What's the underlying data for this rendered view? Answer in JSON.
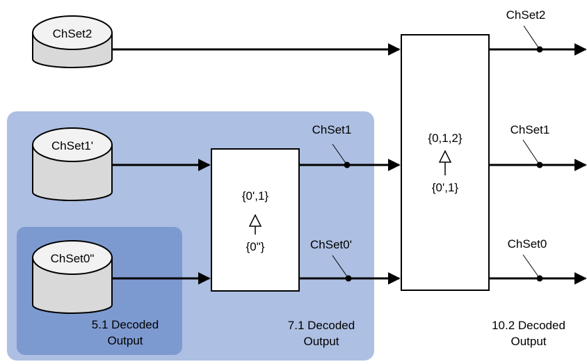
{
  "colors": {
    "outer_region": "#adbfe2",
    "inner_region": "#7d9ad0",
    "cylinder_body": "#d9d9d9",
    "cylinder_top": "#f2f2f2",
    "line": "#000000"
  },
  "sources": {
    "chset2": "ChSet2",
    "chset1p": "ChSet1'",
    "chset0pp": "ChSet0\""
  },
  "decoder_71": {
    "top": "{0',1}",
    "bottom": "{0\"}"
  },
  "decoder_102": {
    "top": "{0,1,2}",
    "bottom": "{0',1}"
  },
  "mid_labels": {
    "chset1": "ChSet1",
    "chset0p": "ChSet0'"
  },
  "out_labels": {
    "chset2": "ChSet2",
    "chset1": "ChSet1",
    "chset0": "ChSet0"
  },
  "captions": {
    "c51_line1": "5.1 Decoded",
    "c51_line2": "Output",
    "c71_line1": "7.1 Decoded",
    "c71_line2": "Output",
    "c102_line1": "10.2 Decoded",
    "c102_line2": "Output"
  }
}
